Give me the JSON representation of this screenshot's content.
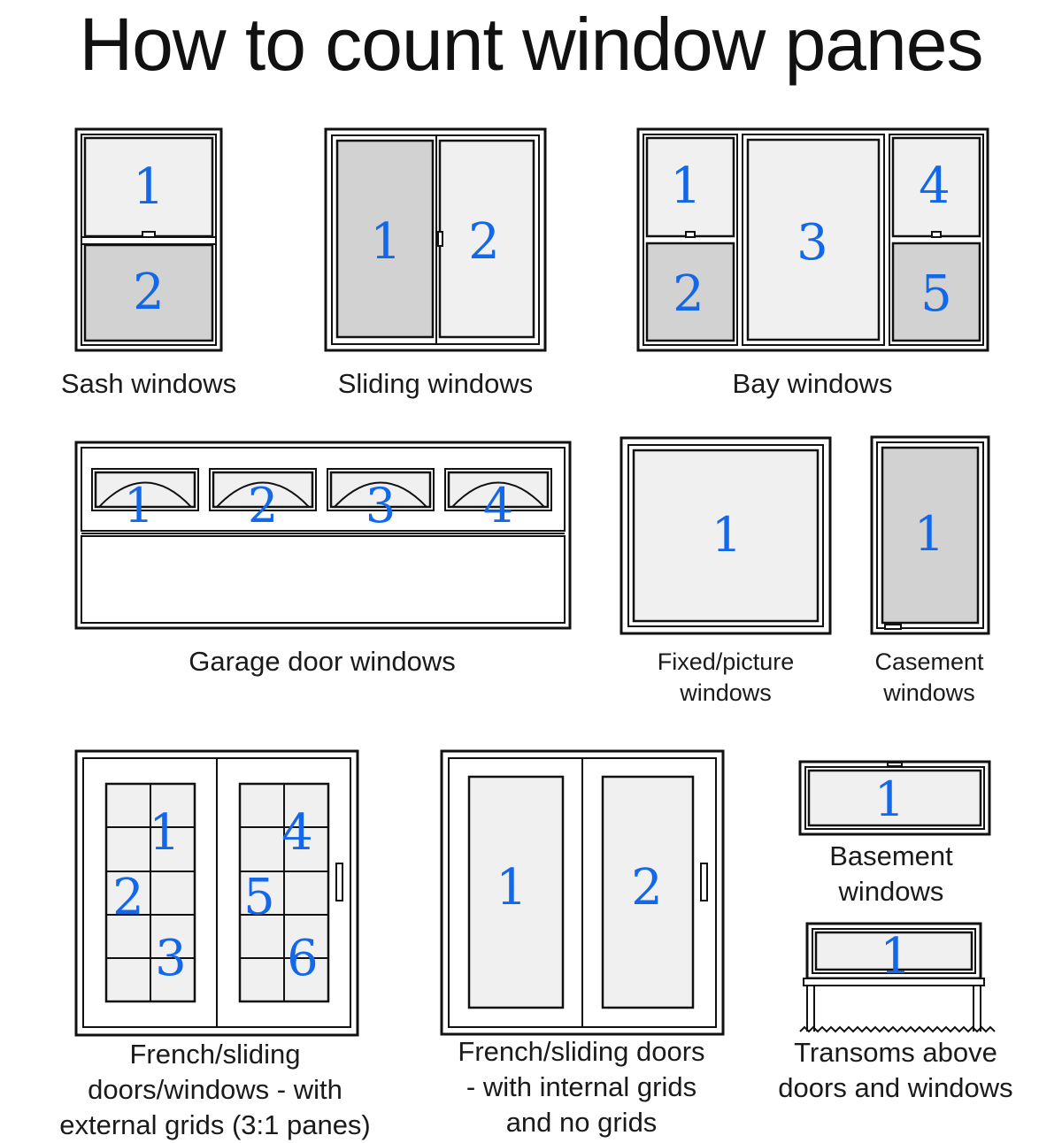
{
  "title": "How to count window panes",
  "windows": [
    {
      "id": "sash",
      "label": "Sash windows",
      "panes": [
        "1",
        "2"
      ]
    },
    {
      "id": "sliding",
      "label": "Sliding windows",
      "panes": [
        "1",
        "2"
      ]
    },
    {
      "id": "bay",
      "label": "Bay windows",
      "panes": [
        "1",
        "2",
        "3",
        "4",
        "5"
      ]
    },
    {
      "id": "garage",
      "label": "Garage door windows",
      "panes": [
        "1",
        "2",
        "3",
        "4"
      ]
    },
    {
      "id": "fixed",
      "label_lines": [
        "Fixed/picture",
        "windows"
      ],
      "panes": [
        "1"
      ]
    },
    {
      "id": "casement",
      "label_lines": [
        "Casement",
        "windows"
      ],
      "panes": [
        "1"
      ]
    },
    {
      "id": "french-external",
      "label_lines": [
        "French/sliding",
        "doors/windows - with",
        "external grids (3:1 panes)"
      ],
      "panes": [
        "1",
        "2",
        "3",
        "4",
        "5",
        "6"
      ]
    },
    {
      "id": "french-internal",
      "label_lines": [
        "French/sliding doors",
        "- with internal grids",
        "and no grids"
      ],
      "panes": [
        "1",
        "2"
      ]
    },
    {
      "id": "basement",
      "label_lines": [
        "Basement",
        "windows"
      ],
      "panes": [
        "1"
      ]
    },
    {
      "id": "transom",
      "label_lines": [
        "Transoms above",
        "doors and windows"
      ],
      "panes": [
        "1"
      ]
    }
  ],
  "colors": {
    "number": "#1268e8",
    "glass": "#f0f0f0",
    "shaded_glass": "#d2d2d2",
    "frame": "#111111"
  }
}
